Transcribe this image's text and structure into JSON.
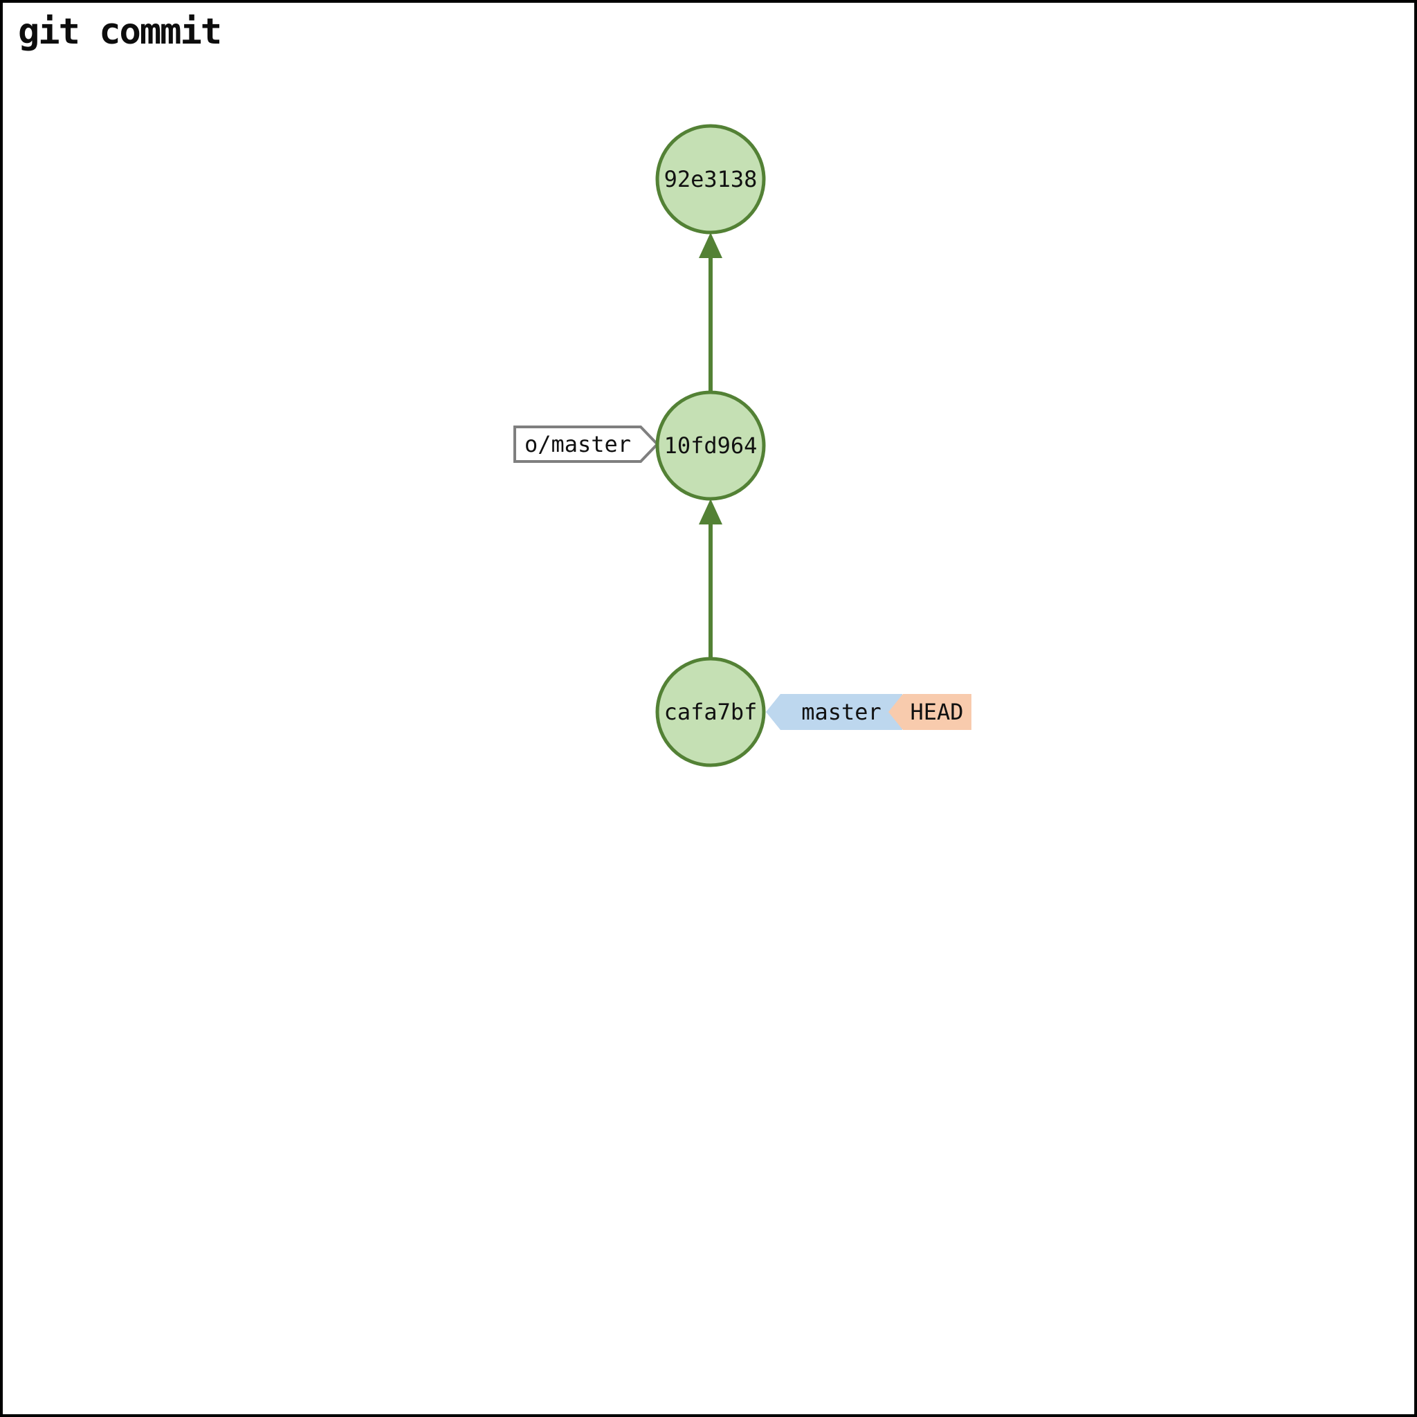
{
  "title": "git commit",
  "diagram": {
    "commits": [
      {
        "id": "92e3138"
      },
      {
        "id": "10fd964"
      },
      {
        "id": "cafa7bf"
      }
    ],
    "refs": {
      "remote": {
        "label": "o/master"
      },
      "branch": {
        "label": "master"
      },
      "head": {
        "label": "HEAD"
      }
    },
    "colors": {
      "commit_fill": "#c5e0b4",
      "commit_stroke": "#538135",
      "edge": "#538135",
      "remote_tag_fill": "#ffffff",
      "remote_tag_border": "#7f7f7f",
      "branch_fill": "#bdd7ee",
      "head_fill": "#f8cbad",
      "text": "#111111"
    }
  }
}
